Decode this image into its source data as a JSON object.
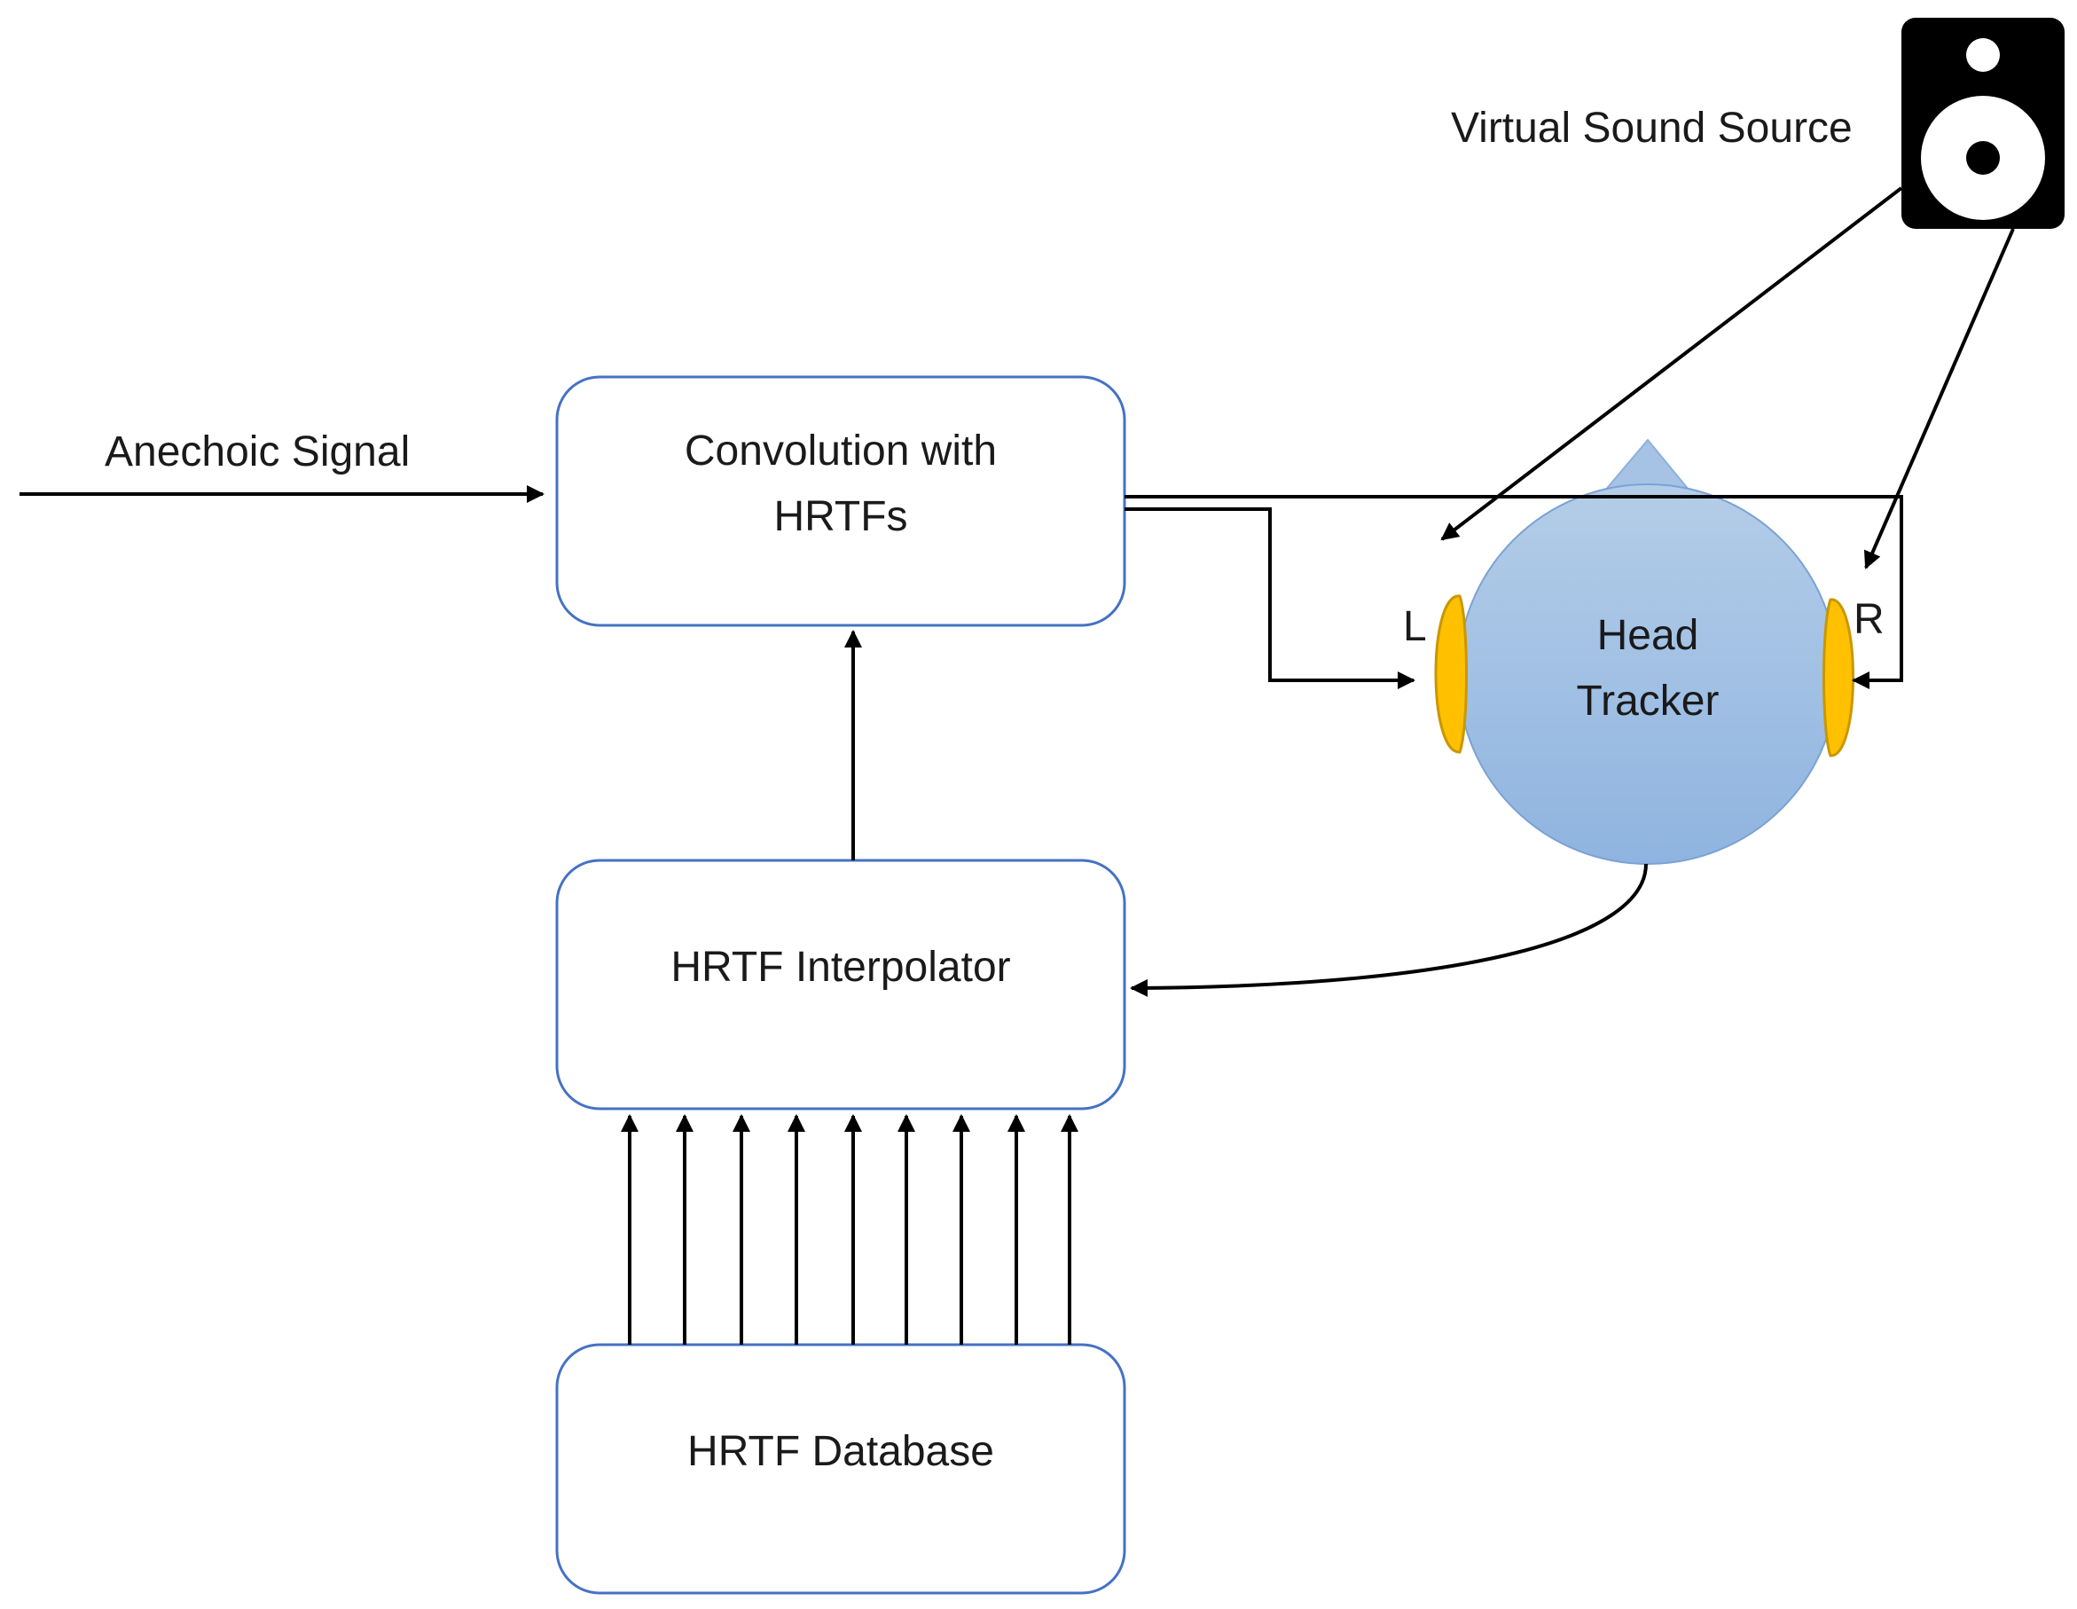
{
  "labels": {
    "anechoic_signal": "Anechoic Signal",
    "convolution_line1": "Convolution with",
    "convolution_line2": "HRTFs",
    "interpolator": "HRTF Interpolator",
    "database": "HRTF Database",
    "head_tracker_line1": "Head",
    "head_tracker_line2": "Tracker",
    "left_ear": "L",
    "right_ear": "R",
    "virtual_source": "Virtual Sound Source"
  },
  "icons": {
    "speaker": "speaker-icon",
    "head": "head-icon",
    "ears": "ear-icon"
  },
  "colors": {
    "box_border": "#4472c4",
    "head_fill_top": "#b4cde8",
    "head_fill_bottom": "#8fb4e0",
    "ear_fill": "#ffc000",
    "ear_stroke": "#c99700",
    "speaker_body": "#000000",
    "arrows": "#000000"
  }
}
